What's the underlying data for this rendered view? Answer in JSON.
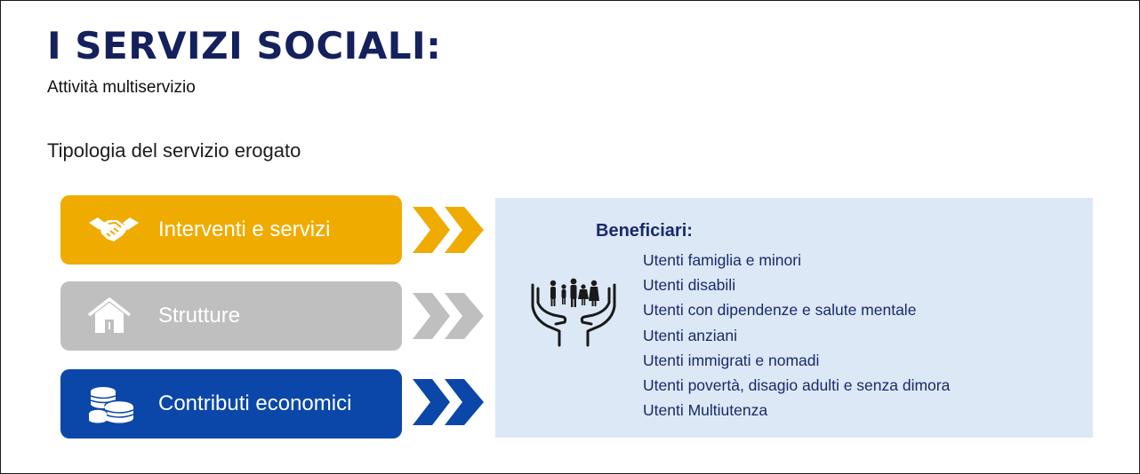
{
  "header": {
    "title": "I SERVIZI SOCIALI:",
    "subtitle": "Attività multiservizio"
  },
  "section_label": "Tipologia del servizio erogato",
  "services": [
    {
      "label": "Interventi e servizi",
      "icon": "handshake-icon",
      "color": "#f0ab00"
    },
    {
      "label": "Strutture",
      "icon": "house-icon",
      "color": "#bfbfbf"
    },
    {
      "label": "Contributi economici",
      "icon": "coins-icon",
      "color": "#0b47a8"
    }
  ],
  "arrows": [
    {
      "icon": "double-chevron-right-icon",
      "color": "#f0ab00"
    },
    {
      "icon": "double-chevron-right-icon",
      "color": "#bfbfbf"
    },
    {
      "icon": "double-chevron-right-icon",
      "color": "#0b47a8"
    }
  ],
  "beneficiaries": {
    "title": "Beneficiari:",
    "icon": "hands-family-icon",
    "background": "#dce8f5",
    "items": [
      "Utenti famiglia e minori",
      "Utenti disabili",
      "Utenti con dipendenze e salute mentale",
      "Utenti anziani",
      "Utenti immigrati e nomadi",
      "Utenti povertà, disagio adulti e senza dimora",
      "Utenti Multiutenza"
    ]
  }
}
